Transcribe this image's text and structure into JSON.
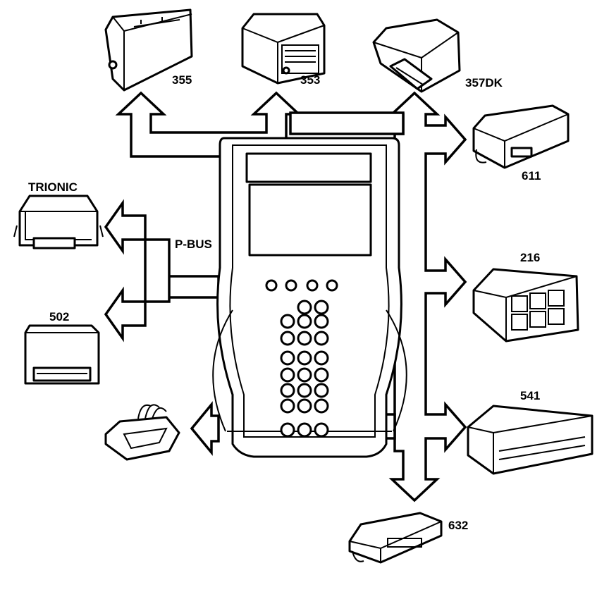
{
  "diagram": {
    "bus_label": "P-BUS",
    "modules": [
      {
        "id": "355",
        "label": "355"
      },
      {
        "id": "353",
        "label": "353"
      },
      {
        "id": "357DK",
        "label": "357DK"
      },
      {
        "id": "611",
        "label": "611"
      },
      {
        "id": "trionic",
        "label": "TRIONIC"
      },
      {
        "id": "216",
        "label": "216"
      },
      {
        "id": "502",
        "label": "502"
      },
      {
        "id": "541",
        "label": "541"
      },
      {
        "id": "632",
        "label": "632"
      }
    ]
  }
}
